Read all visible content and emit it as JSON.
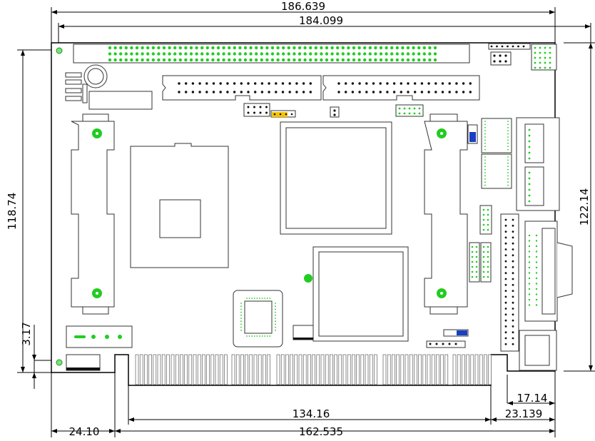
{
  "dimensions": {
    "top_overall": "186.639",
    "top_holes": "184.099",
    "left_height": "118.74",
    "left_small": "3.17",
    "right_height": "122.14",
    "bottom_fingers": "134.16",
    "bottom_left": "24.10",
    "bottom_overall": "162.535",
    "bottom_right_a": "17.14",
    "bottom_right_b": "23.139"
  },
  "colors": {
    "outline": "#000000",
    "component": "#444444",
    "pad": "#22cc22",
    "pin": "#111111",
    "jumper_yellow": "#f5c400",
    "jumper_blue": "#1a3fc4"
  }
}
